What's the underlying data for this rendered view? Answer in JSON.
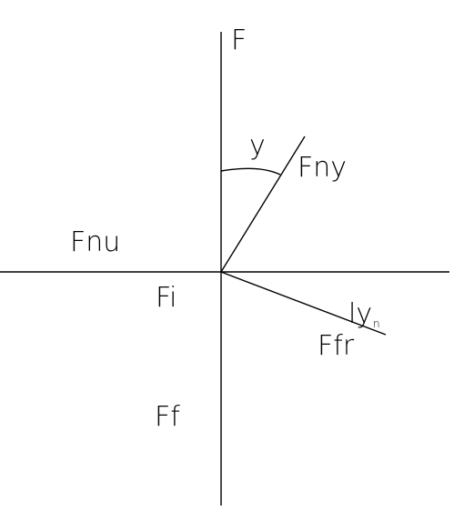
{
  "colors": {
    "background": "#ffffff",
    "ink": "#000000"
  },
  "labels": {
    "axis_top": "F",
    "angle": "y",
    "upper_ray": "Fny",
    "left_axis": "Fnu",
    "origin": "Fi",
    "lower_ray_tag": "ly",
    "lower_ray_tag_sub": "n",
    "lower_ray": "Ffr",
    "axis_bottom": "Ff"
  }
}
